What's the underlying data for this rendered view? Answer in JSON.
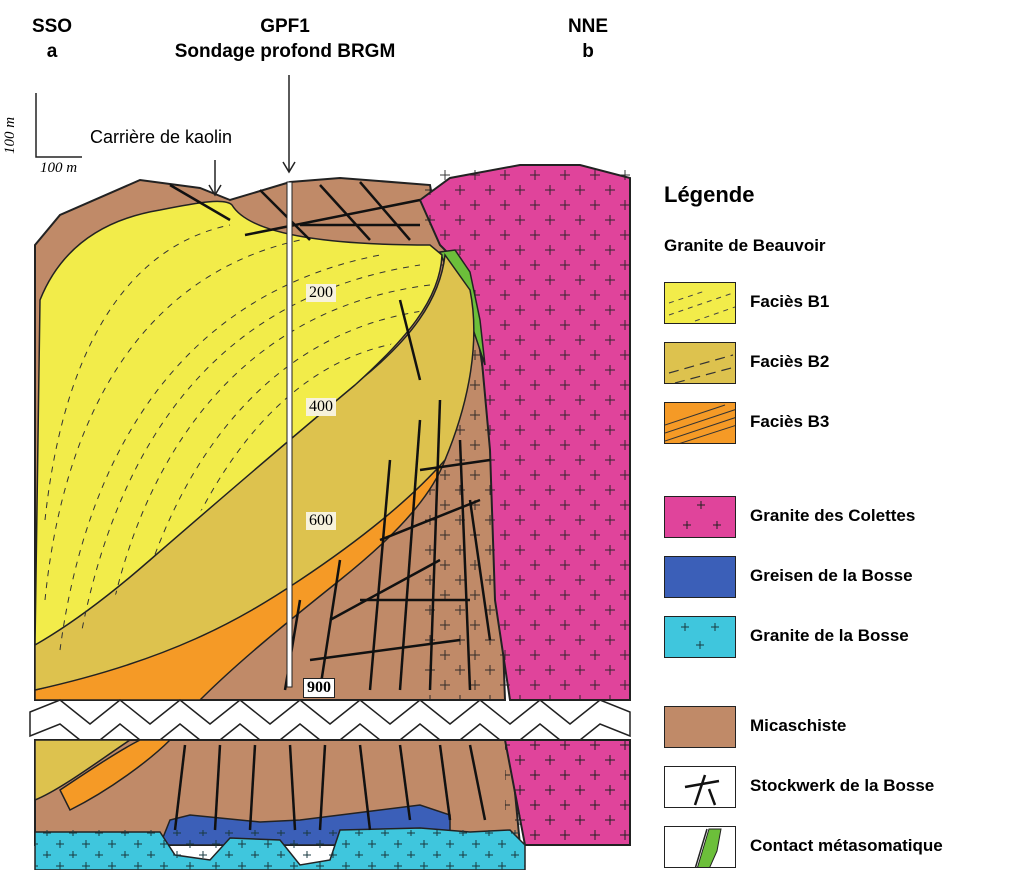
{
  "header": {
    "left_orientation": "SSO",
    "left_point": "a",
    "borehole_name": "GPF1",
    "borehole_desc": "Sondage profond BRGM",
    "right_orientation": "NNE",
    "right_point": "b"
  },
  "section": {
    "quarry_label": "Carrière de kaolin",
    "scale_vertical": "100 m",
    "scale_horizontal": "100 m",
    "depth_marks": [
      "200",
      "400",
      "600",
      "900"
    ]
  },
  "legend": {
    "title": "Légende",
    "group_title": "Granite de Beauvoir",
    "items": [
      {
        "label": "Faciès B1",
        "color": "#f2ec4a",
        "pattern": "dash-light"
      },
      {
        "label": "Faciès B2",
        "color": "#ddc24e",
        "pattern": "dash"
      },
      {
        "label": "Faciès B3",
        "color": "#f59a26",
        "pattern": "lines"
      },
      {
        "label": "Granite des Colettes",
        "color": "#e0449b",
        "pattern": "crosses"
      },
      {
        "label": "Greisen de la Bosse",
        "color": "#3b5fb8",
        "pattern": "none"
      },
      {
        "label": "Granite de la Bosse",
        "color": "#3fc6dd",
        "pattern": "crosses"
      },
      {
        "label": "Micaschiste",
        "color": "#c08a68",
        "pattern": "none"
      },
      {
        "label": "Stockwerk de la Bosse",
        "color": "#ffffff",
        "pattern": "stockwerk"
      },
      {
        "label": "Contact métasomatique",
        "color": "#6cbf3a",
        "pattern": "contact"
      }
    ]
  }
}
